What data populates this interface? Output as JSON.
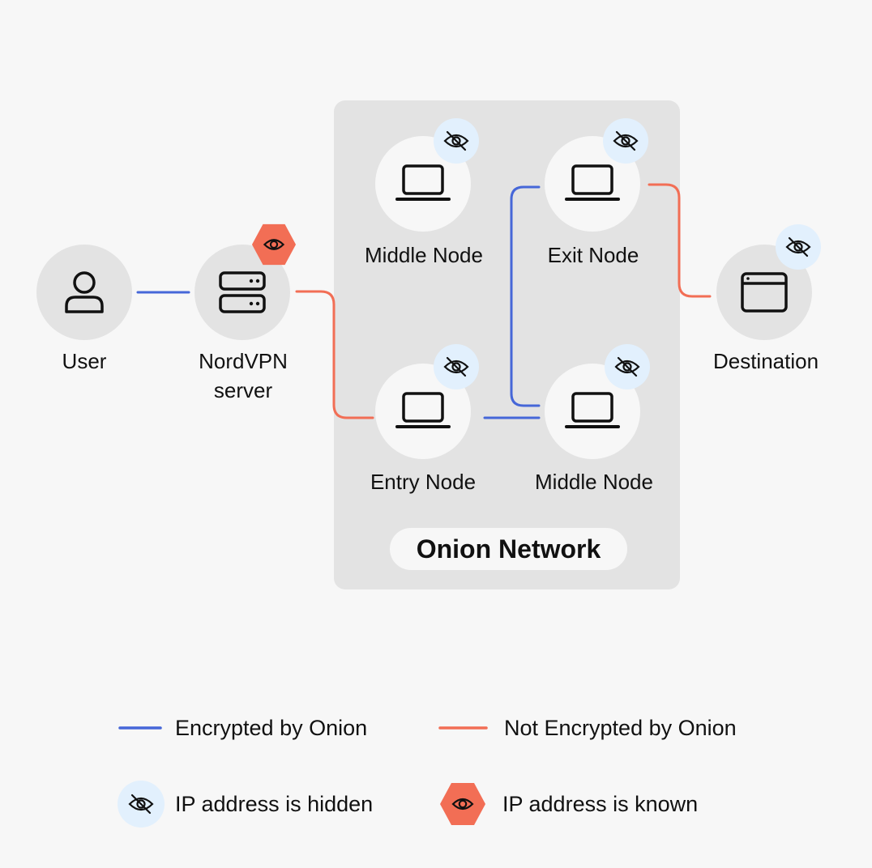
{
  "colors": {
    "encrypted": "#4667d8",
    "not_encrypted": "#f26e55",
    "hidden_badge": "#e2f0fd",
    "known_badge": "#f26e55"
  },
  "nodes": {
    "user": {
      "label": "User",
      "icon": "user-icon"
    },
    "nordvpn": {
      "label_line1": "NordVPN",
      "label_line2": "server",
      "icon": "server-icon",
      "ip_status": "known"
    },
    "middle_top": {
      "label": "Middle Node",
      "icon": "laptop-icon",
      "ip_status": "hidden"
    },
    "exit": {
      "label": "Exit Node",
      "icon": "laptop-icon",
      "ip_status": "hidden"
    },
    "entry": {
      "label": "Entry Node",
      "icon": "laptop-icon",
      "ip_status": "hidden"
    },
    "middle_bottom": {
      "label": "Middle Node",
      "icon": "laptop-icon",
      "ip_status": "hidden"
    },
    "destination": {
      "label": "Destination",
      "icon": "browser-window-icon",
      "ip_status": "hidden"
    }
  },
  "onion_network": {
    "label": "Onion Network"
  },
  "legend": {
    "encrypted": "Encrypted by Onion",
    "not_encrypted": "Not Encrypted by Onion",
    "hidden": "IP address is hidden",
    "known": "IP address is known"
  }
}
